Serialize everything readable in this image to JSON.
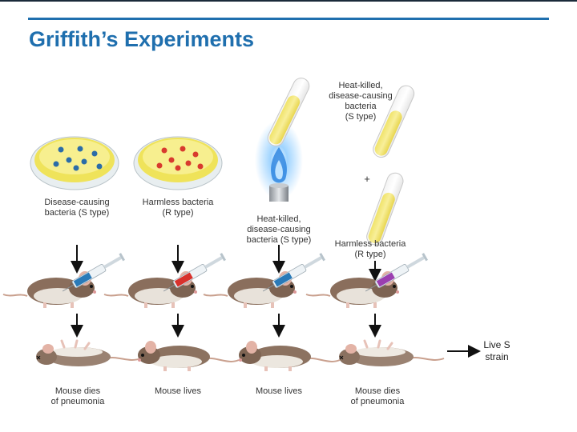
{
  "slide": {
    "title": "Griffith’s Experiments",
    "accent_color": "#1f6fae",
    "rule_color": "#1a2a3a"
  },
  "figure": {
    "dish_labels": [
      "Disease-causing bacteria (S type)",
      "Harmless bacteria (R type)"
    ],
    "dish_label_lines": [
      [
        "Disease-causing",
        "bacteria (S type)"
      ],
      [
        "Harmless bacteria",
        "(R type)"
      ]
    ],
    "burner_label_lines": [
      "Heat-killed,",
      "disease-causing",
      "bacteria (S type)"
    ],
    "top_tube_label_lines": [
      "Heat-killed,",
      "disease-causing",
      "bacteria",
      "(S type)"
    ],
    "plus_sign": "+",
    "harmless_tube_label_lines": [
      "Harmless bacteria",
      "(R type)"
    ],
    "outcomes": [
      [
        "Mouse dies",
        "of pneumonia"
      ],
      [
        "Mouse lives"
      ],
      [
        "Mouse lives"
      ],
      [
        "Mouse dies",
        "of pneumonia"
      ]
    ],
    "syringe_colors": [
      "#2a7ab8",
      "#d8312c",
      "#2a7ab8",
      "#9b3fb0"
    ],
    "colony_colors": {
      "s_type": "#2b6ca8",
      "r_type": "#d83a2e"
    },
    "side_note_lines": [
      "Live S",
      "strain"
    ]
  }
}
